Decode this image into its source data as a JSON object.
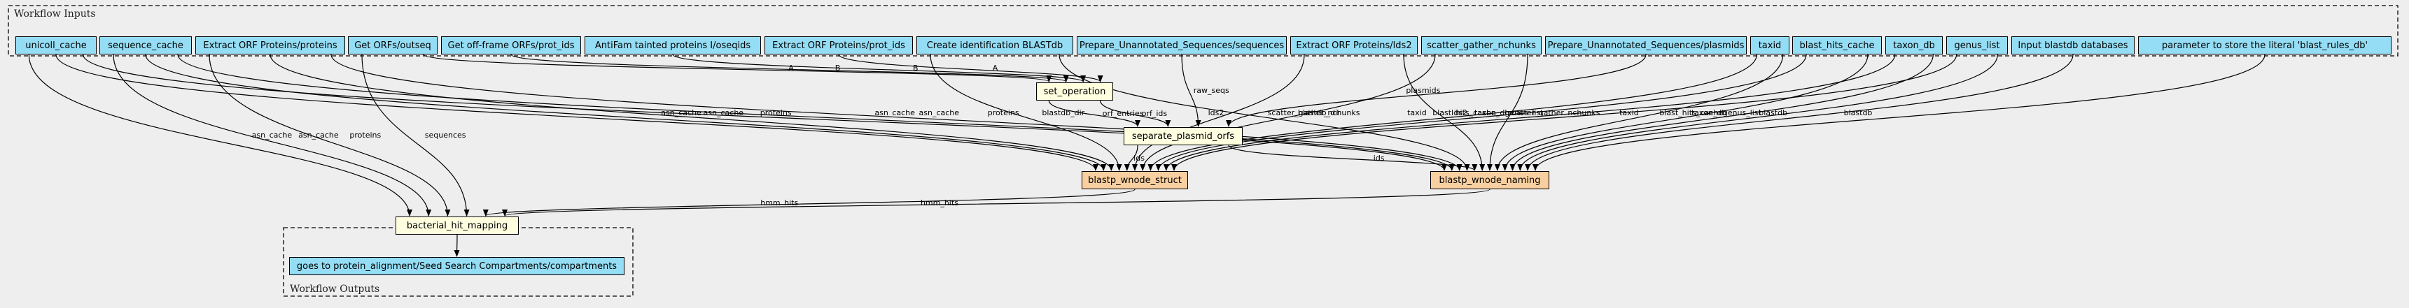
{
  "clusters": {
    "inputs_label": "Workflow Inputs",
    "outputs_label": "Workflow Outputs"
  },
  "colors": {
    "background": "#eeeeee",
    "input_fill": "#94ddf4",
    "step_fill": "#ffffe0",
    "subworkflow_fill": "#f8cfa0",
    "edge": "#000000"
  },
  "inputs": [
    {
      "id": "unicoll_cache",
      "label": "unicoll_cache"
    },
    {
      "id": "sequence_cache",
      "label": "sequence_cache"
    },
    {
      "id": "extract_orf_proteins",
      "label": "Extract ORF Proteins/proteins"
    },
    {
      "id": "get_orfs_outseq",
      "label": "Get ORFs/outseq"
    },
    {
      "id": "get_offframe_prot_ids",
      "label": "Get off-frame ORFs/prot_ids"
    },
    {
      "id": "antifam_tainted",
      "label": "AntiFam tainted proteins I/oseqids"
    },
    {
      "id": "extract_orf_prot_ids",
      "label": "Extract ORF Proteins/prot_ids"
    },
    {
      "id": "create_blastdb",
      "label": "Create identification BLASTdb"
    },
    {
      "id": "prep_unannot_seqs",
      "label": "Prepare_Unannotated_Sequences/sequences"
    },
    {
      "id": "extract_orf_lds2",
      "label": "Extract ORF Proteins/lds2"
    },
    {
      "id": "scatter_gather_nchunks",
      "label": "scatter_gather_nchunks"
    },
    {
      "id": "prep_unannot_plasmids",
      "label": "Prepare_Unannotated_Sequences/plasmids"
    },
    {
      "id": "taxid",
      "label": "taxid"
    },
    {
      "id": "blast_hits_cache",
      "label": "blast_hits_cache"
    },
    {
      "id": "taxon_db",
      "label": "taxon_db"
    },
    {
      "id": "genus_list",
      "label": "genus_list"
    },
    {
      "id": "input_blastdb",
      "label": "Input blastdb databases"
    },
    {
      "id": "blast_rules_param",
      "label": "parameter to store the literal 'blast_rules_db'"
    }
  ],
  "steps": [
    {
      "id": "set_operation",
      "label": "set_operation"
    },
    {
      "id": "separate_plasmid_orfs",
      "label": "separate_plasmid_orfs"
    },
    {
      "id": "bacterial_hit_mapping",
      "label": "bacterial_hit_mapping"
    }
  ],
  "subworkflows": [
    {
      "id": "blastp_wnode_struct",
      "label": "blastp_wnode_struct"
    },
    {
      "id": "blastp_wnode_naming",
      "label": "blastp_wnode_naming"
    }
  ],
  "outputs": [
    {
      "id": "out_compartments",
      "label": "goes to protein_alignment/Seed Search Compartments/compartments"
    }
  ],
  "edges": [
    {
      "from": "unicoll_cache",
      "to": "bacterial_hit_mapping",
      "label": "asn_cache"
    },
    {
      "from": "unicoll_cache",
      "to": "blastp_wnode_struct",
      "label": "asn_cache"
    },
    {
      "from": "unicoll_cache",
      "to": "blastp_wnode_naming",
      "label": "asn_cache"
    },
    {
      "from": "sequence_cache",
      "to": "bacterial_hit_mapping",
      "label": "asn_cache"
    },
    {
      "from": "sequence_cache",
      "to": "blastp_wnode_struct",
      "label": "asn_cache"
    },
    {
      "from": "sequence_cache",
      "to": "blastp_wnode_naming",
      "label": "asn_cache"
    },
    {
      "from": "extract_orf_proteins",
      "to": "bacterial_hit_mapping",
      "label": "proteins"
    },
    {
      "from": "extract_orf_proteins",
      "to": "blastp_wnode_struct",
      "label": "proteins"
    },
    {
      "from": "extract_orf_proteins",
      "to": "blastp_wnode_naming",
      "label": "proteins"
    },
    {
      "from": "get_orfs_outseq",
      "to": "bacterial_hit_mapping",
      "label": "sequences"
    },
    {
      "from": "get_orfs_outseq",
      "to": "set_operation",
      "label": "A"
    },
    {
      "from": "get_offframe_prot_ids",
      "to": "set_operation",
      "label": "B"
    },
    {
      "from": "antifam_tainted",
      "to": "set_operation",
      "label": "B"
    },
    {
      "from": "extract_orf_prot_ids",
      "to": "set_operation",
      "label": "A"
    },
    {
      "from": "create_blastdb",
      "to": "blastp_wnode_struct",
      "label": "blastdb_dir"
    },
    {
      "from": "create_blastdb",
      "to": "blastp_wnode_naming",
      "label": "blastdb_dir"
    },
    {
      "from": "prep_unannot_seqs",
      "to": "separate_plasmid_orfs",
      "label": "raw_seqs"
    },
    {
      "from": "extract_orf_lds2",
      "to": "blastp_wnode_struct",
      "label": "lds2"
    },
    {
      "from": "extract_orf_lds2",
      "to": "blastp_wnode_naming",
      "label": "lds2"
    },
    {
      "from": "scatter_gather_nchunks",
      "to": "blastp_wnode_struct",
      "label": "scatter_gather_nchunks"
    },
    {
      "from": "scatter_gather_nchunks",
      "to": "blastp_wnode_naming",
      "label": "scatter_gather_nchunks"
    },
    {
      "from": "prep_unannot_plasmids",
      "to": "separate_plasmid_orfs",
      "label": "plasmids"
    },
    {
      "from": "taxid",
      "to": "blastp_wnode_struct",
      "label": "taxid"
    },
    {
      "from": "taxid",
      "to": "blastp_wnode_naming",
      "label": "taxid"
    },
    {
      "from": "blast_hits_cache",
      "to": "blastp_wnode_struct",
      "label": "blast_hits_cache"
    },
    {
      "from": "blast_hits_cache",
      "to": "blastp_wnode_naming",
      "label": "blast_hits_cache"
    },
    {
      "from": "taxon_db",
      "to": "blastp_wnode_struct",
      "label": "taxon_db"
    },
    {
      "from": "taxon_db",
      "to": "blastp_wnode_naming",
      "label": "taxon_db"
    },
    {
      "from": "genus_list",
      "to": "blastp_wnode_struct",
      "label": "genus_list"
    },
    {
      "from": "genus_list",
      "to": "blastp_wnode_naming",
      "label": "genus_list"
    },
    {
      "from": "input_blastdb",
      "to": "blastp_wnode_naming",
      "label": "blastdb"
    },
    {
      "from": "blast_rules_param",
      "to": "blastp_wnode_naming",
      "label": "blastdb"
    },
    {
      "from": "set_operation",
      "to": "separate_plasmid_orfs",
      "label": "orf_entries"
    },
    {
      "from": "set_operation",
      "to": "separate_plasmid_orfs",
      "label": "orf_ids"
    },
    {
      "from": "separate_plasmid_orfs",
      "to": "blastp_wnode_struct",
      "label": "ids"
    },
    {
      "from": "separate_plasmid_orfs",
      "to": "blastp_wnode_naming",
      "label": "ids"
    },
    {
      "from": "blastp_wnode_struct",
      "to": "bacterial_hit_mapping",
      "label": "hmm_hits"
    },
    {
      "from": "blastp_wnode_naming",
      "to": "bacterial_hit_mapping",
      "label": "hmm_hits"
    },
    {
      "from": "bacterial_hit_mapping",
      "to": "out_compartments",
      "label": ""
    }
  ]
}
